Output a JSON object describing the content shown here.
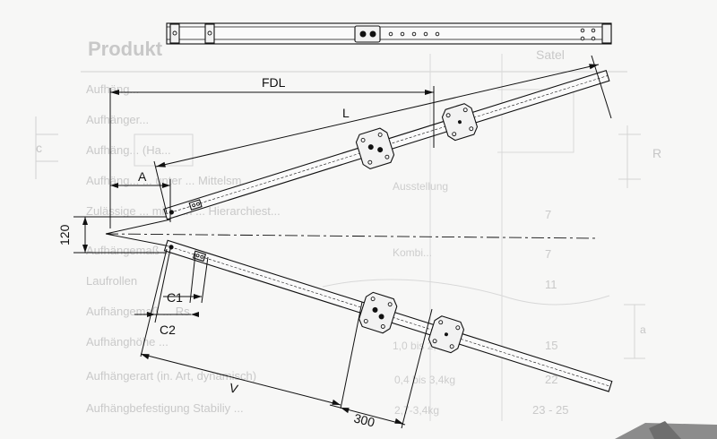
{
  "labels": {
    "fdl": "FDL",
    "l": "L",
    "a": "A",
    "dim_120": "120",
    "c1": "C1",
    "c2": "C2",
    "v": "V",
    "dim_300": "300"
  },
  "background_text": {
    "heading": "Produkt",
    "right_heading": "Satel",
    "r_mark": "R",
    "b_mark": "a",
    "left_mark": "c",
    "rows": [
      "Aufhäng...",
      "Aufhänger...",
      "Aufhäng... (Ha...",
      "Aufhäng... ... unter ... Mittelsm...",
      "Zulässige ... mittig in ... Hierarchiest...",
      "Aufhängemaß ...",
      "Laufrollen",
      "Aufhängemaß ... Rs...",
      "Aufhänghöhe ...",
      "Aufhängerart (in. Art, dynamisch)",
      "Aufhängbefestigung Stabiliy ..."
    ],
    "values": [
      "7",
      "7",
      "11",
      "15",
      "22",
      "23 - 25"
    ],
    "mid_values": [
      "Ausstellung",
      "Kombi...",
      "1,0 bis 2,5kg",
      "0,4 bis 3,4kg",
      "2,7-3,4kg"
    ]
  },
  "colors": {
    "ink": "#111111",
    "ghost": "#c4c4c4",
    "paper": "#f7f7f6"
  }
}
